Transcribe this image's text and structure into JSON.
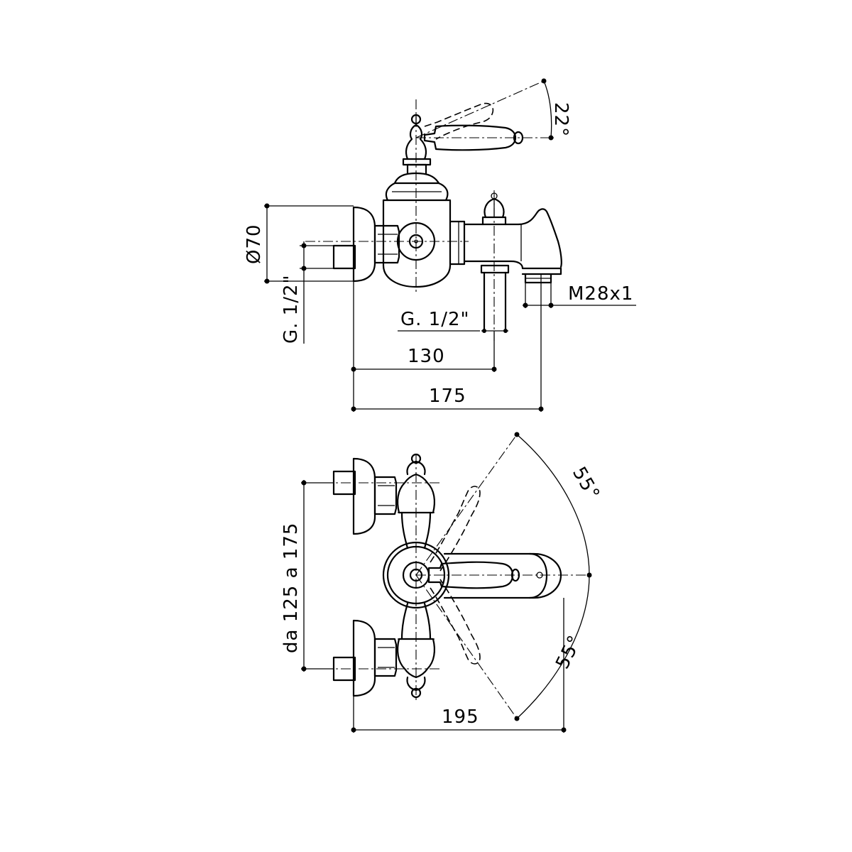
{
  "dimensions": {
    "top_angle": "22°",
    "diameter": "Ø70",
    "inlet_thread_left": "G. 1/2\"",
    "inlet_thread_bottom": "G. 1/2\"",
    "outlet_thread": "M28x1",
    "width_130": "130",
    "width_175": "175",
    "swing_angle_upper": "55°",
    "swing_angle_lower": "55°",
    "centers_range": "da 125 a 175",
    "width_195": "195"
  }
}
